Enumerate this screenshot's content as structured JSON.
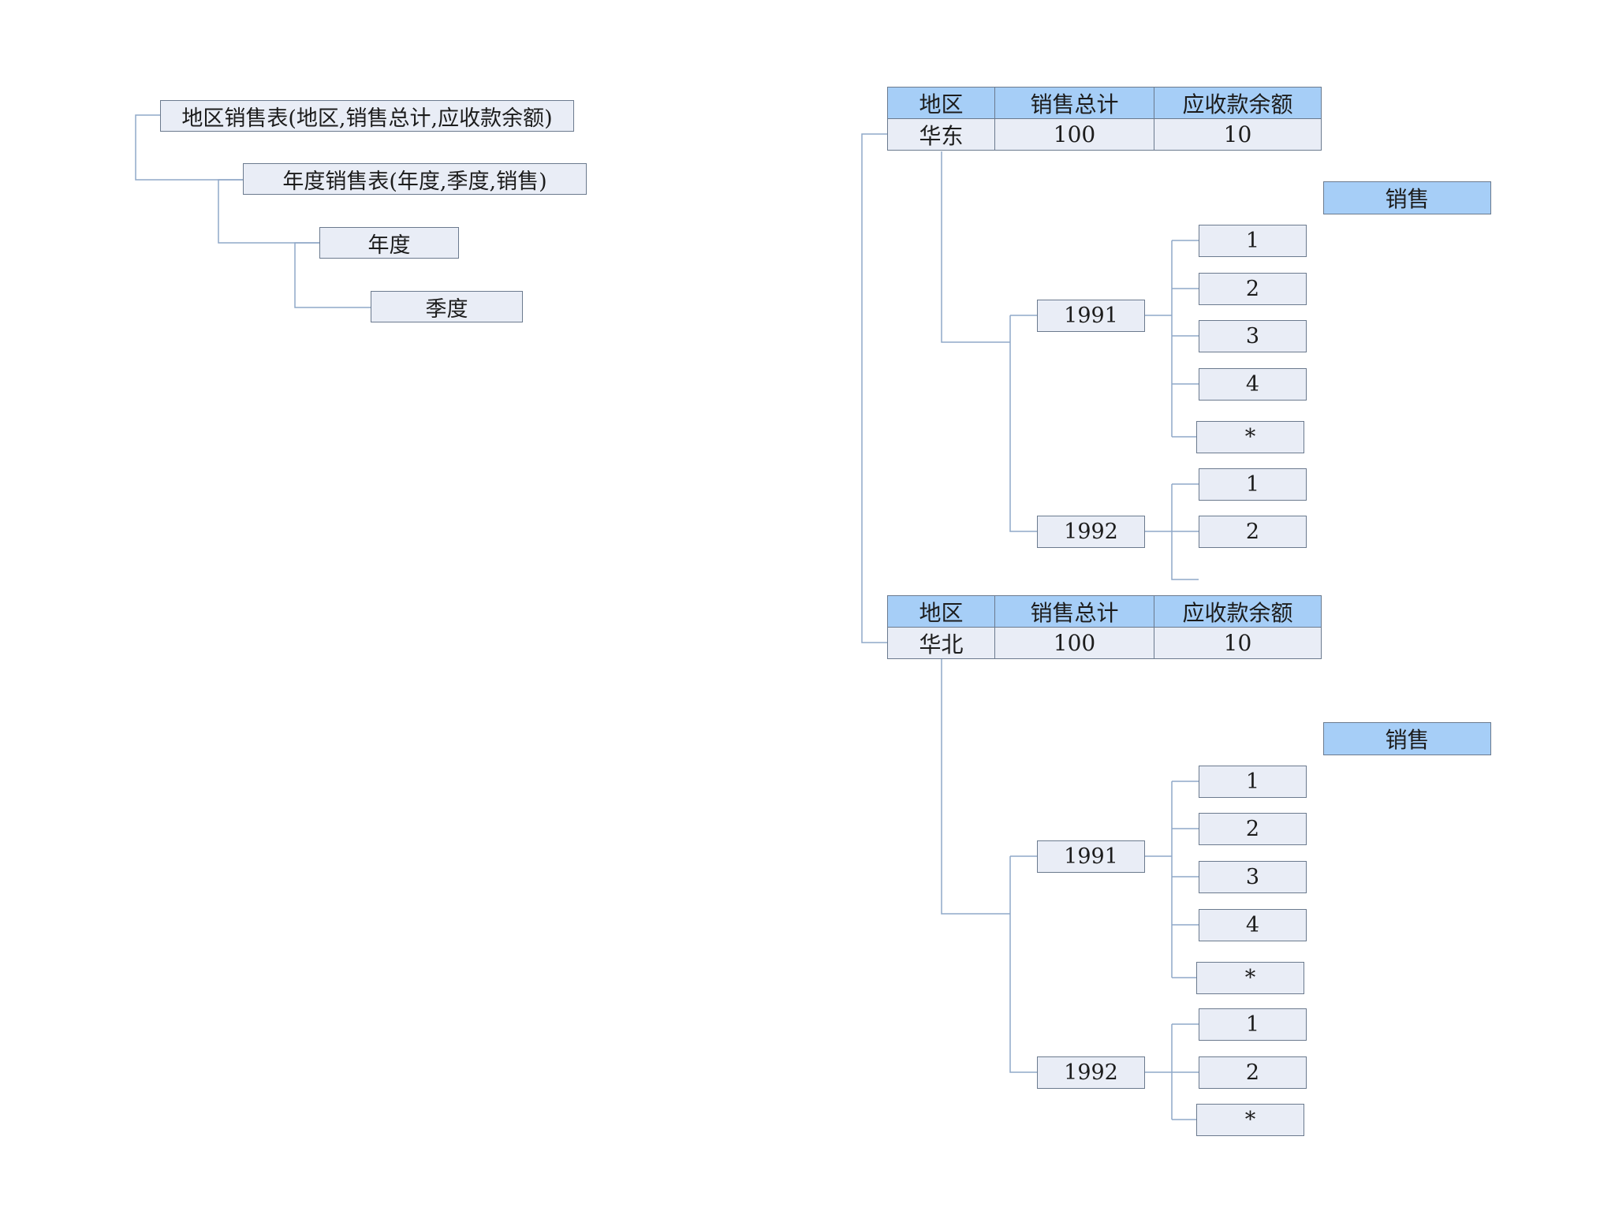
{
  "schema": {
    "root": "地区销售表(地区,销售总计,应收款余额)",
    "child": "年度销售表(年度,季度,销售)",
    "year": "年度",
    "quarter": "季度"
  },
  "headers": [
    "地区",
    "销售总计",
    "应收款余额"
  ],
  "sale_label": "销售",
  "regions": [
    {
      "name": "华东",
      "total": "100",
      "receivable": "10",
      "years": [
        {
          "year": "1991",
          "quarters": [
            "1",
            "2",
            "3",
            "4",
            "*"
          ]
        },
        {
          "year": "1992",
          "quarters": [
            "1",
            "2"
          ]
        }
      ]
    },
    {
      "name": "华北",
      "total": "100",
      "receivable": "10",
      "years": [
        {
          "year": "1991",
          "quarters": [
            "1",
            "2",
            "3",
            "4",
            "*"
          ]
        },
        {
          "year": "1992",
          "quarters": [
            "1",
            "2",
            "*"
          ]
        }
      ]
    }
  ],
  "colors": {
    "header_fill": "#a6cef7",
    "node_fill": "#e9edf6",
    "line": "#8fa8c8",
    "border": "#6b7a8e"
  }
}
